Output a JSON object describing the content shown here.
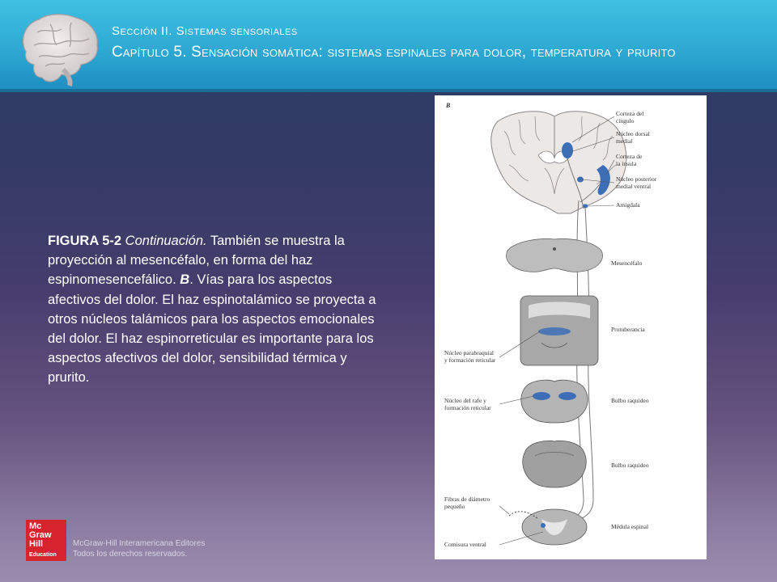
{
  "header": {
    "section": "Sección II. Sistemas sensoriales",
    "chapter": "Capítulo 5. Sensación somática: sistemas espinales para dolor, temperatura y prurito"
  },
  "caption": {
    "figure_label": "FIGURA 5-2",
    "continuation": "Continuación.",
    "text_1": " También se muestra la proyección al mesencéfalo, en forma del haz espinomesencefálico. ",
    "part_label": "B",
    "text_2": ". Vías para los aspectos afectivos del dolor. El haz espinotalámico se proyecta a otros núcleos talámicos para los aspectos emocionales del dolor. El haz espinorreticular es importante para los aspectos afectivos del dolor, sensibilidad térmica y prurito."
  },
  "figure": {
    "panel": "B",
    "labels": {
      "corteza_cingulo_1": "Corteza del",
      "corteza_cingulo_2": "cíngulo",
      "nucleo_dorsal_1": "Núcleo dorsal",
      "nucleo_dorsal_2": "medial",
      "corteza_insula_1": "Corteza de",
      "corteza_insula_2": "la ínsula",
      "nucleo_posterior_1": "Núcleo posterior",
      "nucleo_posterior_2": "medial ventral",
      "amigdala": "Amígdala",
      "mesencefalo": "Mesencéfalo",
      "protuberancia": "Protuberancia",
      "parabraquial_1": "Núcleo parabraquial",
      "parabraquial_2": "y formación reticular",
      "rafe_1": "Núcleo del rafe y",
      "rafe_2": "formación reticular",
      "bulbo_1": "Bulbo raquídeo",
      "bulbo_2": "Bulbo raquídeo",
      "fibras_1": "Fibras de diámetro",
      "fibras_2": "pequeño",
      "medula": "Médula espinal",
      "comisura": "Comisura ventral"
    }
  },
  "logo": {
    "line1": "Mc",
    "line2": "Graw",
    "line3": "Hill",
    "line4": "Education"
  },
  "publisher": {
    "name": "McGraw-Hill Interamericana Editores",
    "rights": "Todos los derechos reservados."
  },
  "colors": {
    "header": "#2ea9d3",
    "logo_red": "#d7232b",
    "highlight_blue": "#3d6fb6"
  }
}
